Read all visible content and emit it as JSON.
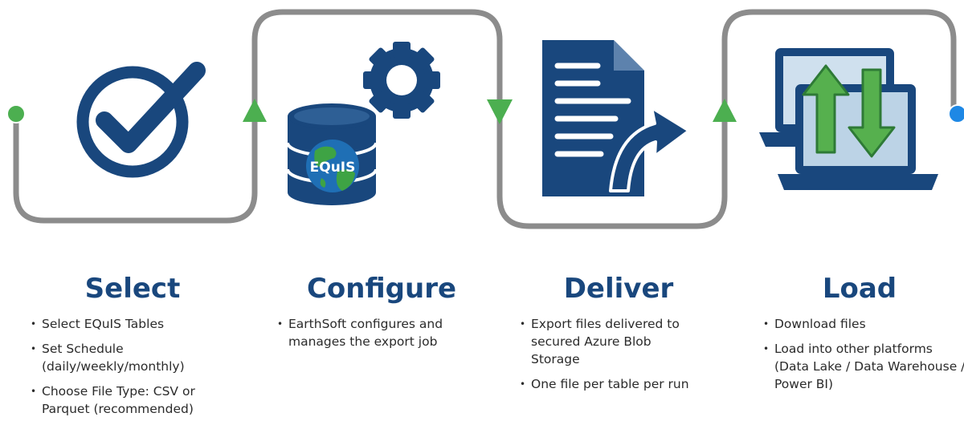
{
  "steps": [
    {
      "title": "Select",
      "icon": "checkmark-circle-icon",
      "bullets": [
        "Select EQuIS Tables",
        "Set Schedule (daily/weekly/monthly)",
        "Choose File Type: CSV or Parquet (recommended)"
      ]
    },
    {
      "title": "Configure",
      "icon": "database-gear-icon",
      "logo_text": "EQuIS",
      "bullets": [
        "EarthSoft configures and manages the export job"
      ]
    },
    {
      "title": "Deliver",
      "icon": "document-export-icon",
      "bullets": [
        "Export files delivered to secured Azure Blob Storage",
        "One file per table per run"
      ]
    },
    {
      "title": "Load",
      "icon": "laptop-sync-icon",
      "bullets": [
        "Download files",
        "Load into other platforms (Data Lake / Data Warehouse / Power BI)"
      ]
    }
  ],
  "colors": {
    "primary": "#19477d",
    "connector": "#8c8c8c",
    "marker_green": "#4caf50",
    "node_blue": "#1e88e5",
    "globe_green": "#3ea344",
    "sync_green": "#56b04e"
  }
}
